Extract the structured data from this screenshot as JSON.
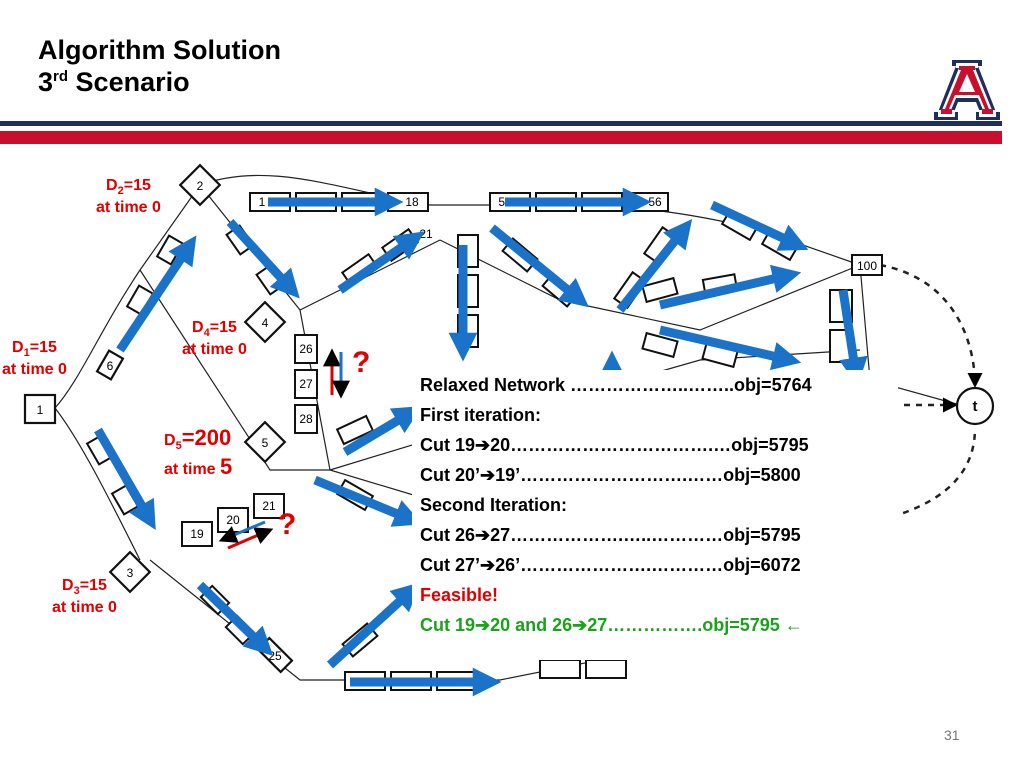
{
  "slide": {
    "title_line1": "Algorithm Solution",
    "title_line2_num": "3",
    "title_line2_sup": "rd",
    "title_line2_rest": "Scenario",
    "page_number": "31"
  },
  "colors": {
    "accent_red": "#c8102e",
    "navy": "#1f2f5c",
    "arrow_blue": "#1a73c8",
    "feasible_green": "#1aa31a"
  },
  "labels": {
    "d2": {
      "prefix": "D",
      "sub": "2",
      "value": "=15",
      "time": "at time 0"
    },
    "d1": {
      "prefix": "D",
      "sub": "1",
      "value": "=15",
      "time": "at time 0"
    },
    "d4": {
      "prefix": "D",
      "sub": "4",
      "value": "=15",
      "time": "at time 0"
    },
    "d5": {
      "prefix": "D",
      "sub": "5",
      "value": "=200",
      "time": "at time ",
      "time_num": "5"
    },
    "d3": {
      "prefix": "D",
      "sub": "3",
      "value": "=15",
      "time": "at time 0"
    }
  },
  "question_marks": {
    "q1": "?",
    "q2": "?"
  },
  "nodes": {
    "n1": "1",
    "n2": "2",
    "n3": "3",
    "n4": "4",
    "n5": "5",
    "n6": "6",
    "n1b": "1",
    "n18": "18",
    "n21": "21",
    "n52": "52",
    "n56": "56",
    "n100": "100",
    "n26": "26",
    "n27": "27",
    "n28": "28",
    "n19": "19",
    "n20": "20",
    "n21b": "21",
    "n25": "25",
    "t": "t"
  },
  "results": {
    "lines": [
      "Relaxed Network ………………..……..obj=5764",
      "First iteration:",
      "Cut 19➔20…………………………….…obj=5795",
      "Cut 20’➔19’……………………….……obj=5800",
      "Second Iteration:",
      "Cut 26➔27……………….…..…………obj=5795",
      "Cut 27’➔26’………………….…………obj=6072",
      "Feasible!",
      "Cut 19➔20 and 26➔27…………….obj=5795 ←"
    ]
  }
}
